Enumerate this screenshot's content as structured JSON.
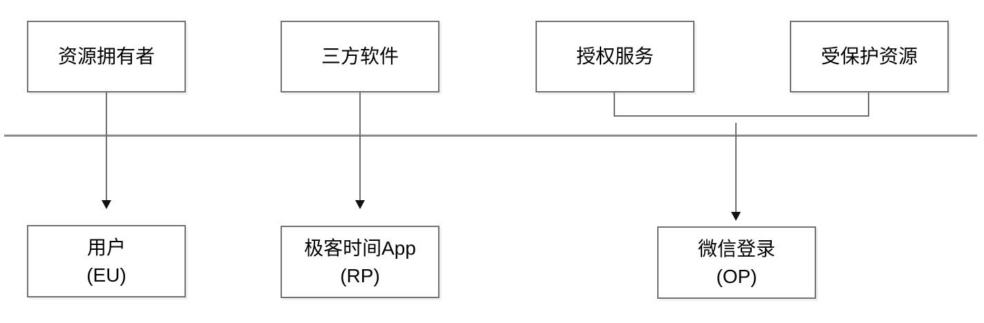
{
  "diagram": {
    "description": "OAuth2 / OpenID Connect role mapping: abstract roles (top) mapped to concrete parties (bottom), separated by a divider line",
    "nodes": {
      "resource_owner": {
        "label": "资源拥有者"
      },
      "third_party": {
        "label": "三方软件"
      },
      "auth_service": {
        "label": "授权服务"
      },
      "protected_resource": {
        "label": "受保护资源"
      },
      "end_user": {
        "label": "用户",
        "sublabel": "(EU)"
      },
      "relying_party": {
        "label": "极客时间App",
        "sublabel": "(RP)"
      },
      "openid_provider": {
        "label": "微信登录",
        "sublabel": "(OP)"
      }
    },
    "edges": [
      {
        "from": "resource_owner",
        "to": "end_user",
        "type": "arrow-down"
      },
      {
        "from": "third_party",
        "to": "relying_party",
        "type": "arrow-down"
      },
      {
        "from": "auth_service",
        "to": "openid_provider",
        "type": "merged-arrow-down"
      },
      {
        "from": "protected_resource",
        "to": "openid_provider",
        "type": "merged-arrow-down"
      }
    ],
    "colors": {
      "background": "#ffffff",
      "box_border": "#707070",
      "box_shadow": "#f1f1f1",
      "line": "#6e6e6e",
      "divider": "#8a8a8a",
      "arrowhead": "#111111",
      "text": "#000000"
    }
  }
}
